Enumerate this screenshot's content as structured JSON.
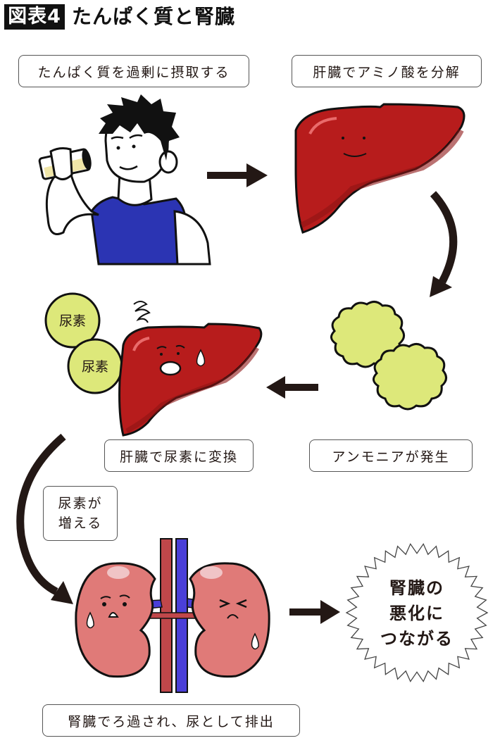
{
  "header": {
    "figure_label": "図表4",
    "title": "たんぱく質と腎臓"
  },
  "steps": [
    {
      "id": "overconsume",
      "label": "たんぱく質を過剰に摂取する"
    },
    {
      "id": "liver-breakdown",
      "label": "肝臓でアミノ酸を分解"
    },
    {
      "id": "ammonia",
      "label": "アンモニアが発生"
    },
    {
      "id": "urea-conversion",
      "label": "肝臓で尿素に変換"
    },
    {
      "id": "urea-increase",
      "label_line1": "尿素が",
      "label_line2": "増える"
    },
    {
      "id": "kidney-filter",
      "label": "腎臓でろ過され、尿として排出"
    }
  ],
  "urea_bubbles": [
    "尿素",
    "尿素"
  ],
  "outcome": {
    "line1": "腎臓の",
    "line2": "悪化に",
    "line3": "つながる"
  },
  "colors": {
    "liver": "#b71c1c",
    "liver_dark": "#8e1414",
    "ammonia": "#dde87a",
    "kidney": "#e07a78",
    "artery": "#c0474a",
    "vein": "#4a3fd8",
    "tank_top": "#2a33b0",
    "arrow": "#231815"
  }
}
